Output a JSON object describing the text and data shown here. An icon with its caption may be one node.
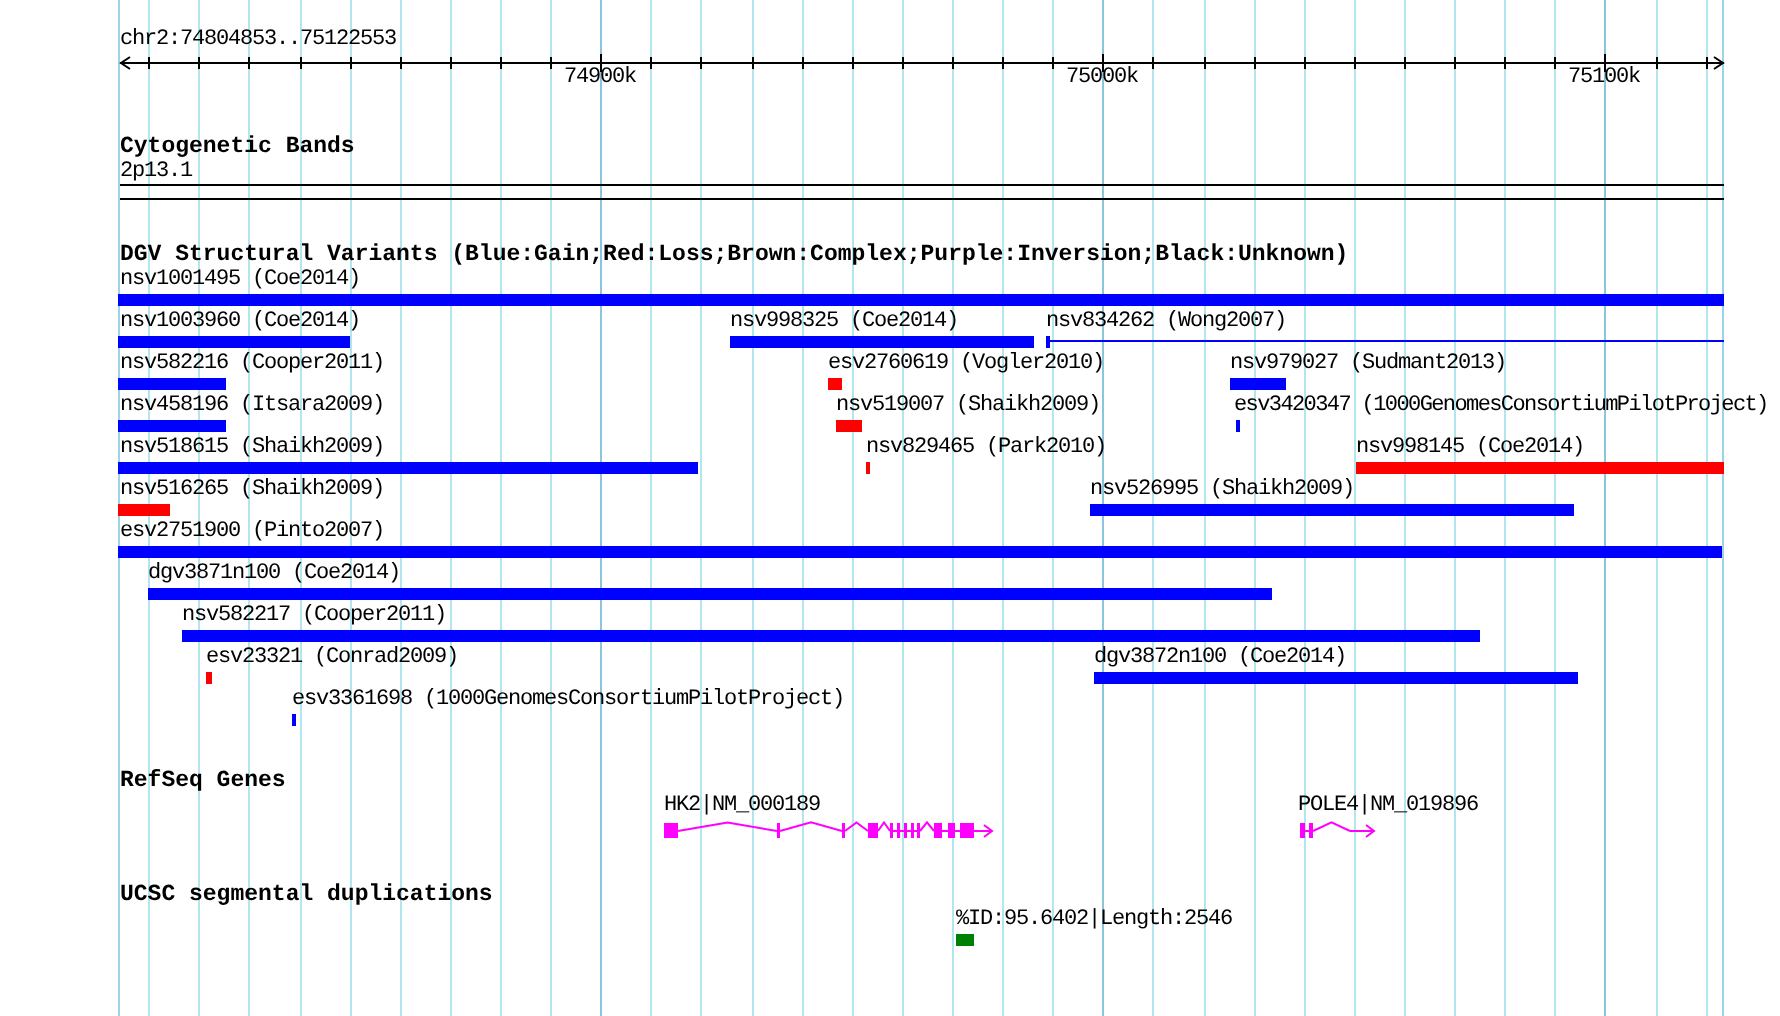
{
  "diagram": {
    "nodes": [
      {
        "text": [
          "2p13.1"
        ]
      },
      {
        "text": [
          "nsv1001495 (Coe2014)"
        ]
      },
      {
        "text": [
          "nsv1003960 (Coe2014)"
        ]
      },
      {
        "text": [
          "nsv998325 (Coe2014)"
        ]
      },
      {
        "text": [
          "nsv834262 (Wong2007)"
        ]
      },
      {
        "text": [
          "nsv582216 (Cooper2011)"
        ]
      },
      {
        "text": [
          "esv2760619 (Vogler2010)"
        ]
      },
      {
        "text": [
          "nsv979027 (Sudmant2013)"
        ]
      },
      {
        "text": [
          "nsv458196 (Itsara2009)"
        ]
      },
      {
        "text": [
          "nsv519007 (Shaikh2009)"
        ]
      },
      {
        "text": [
          "esv3420347 (1000GenomesConsortiumPilotProject)"
        ]
      },
      {
        "text": [
          "nsv518615 (Shaikh2009)"
        ]
      },
      {
        "text": [
          "nsv829465 (Park2010)"
        ]
      },
      {
        "text": [
          "nsv998145 (Coe2014)"
        ]
      },
      {
        "text": [
          "nsv516265 (Shaikh2009)"
        ]
      },
      {
        "text": [
          "nsv526995 (Shaikh2009)"
        ]
      },
      {
        "text": [
          "esv2751900 (Pinto2007)"
        ]
      },
      {
        "text": [
          "dgv3871n100 (Coe2014)"
        ]
      },
      {
        "text": [
          "nsv582217 (Cooper2011)"
        ]
      },
      {
        "text": [
          "esv23321 (Conrad2009)"
        ]
      },
      {
        "text": [
          "dgv3872n100 (Coe2014)"
        ]
      },
      {
        "text": [
          "esv3361698 (1000GenomesConsortiumPilotProject)"
        ]
      },
      {
        "text": [
          "HK2|NM_000189"
        ]
      },
      {
        "text": [
          "POLE4|NM_019896"
        ]
      },
      {
        "text": [
          "%ID:95.6402|Length:2546"
        ]
      }
    ],
    "edges": [],
    "labels": [
      "chr2:74804853..75122553",
      "74900k",
      "75000k",
      "75100k",
      "Cytogenetic Bands",
      "DGV Structural Variants (Blue:Gain;Red:Loss;Brown:Complex;Purple:Inversion;Black:Unknown)",
      "RefSeq Genes",
      "UCSC segmental duplications"
    ]
  }
}
